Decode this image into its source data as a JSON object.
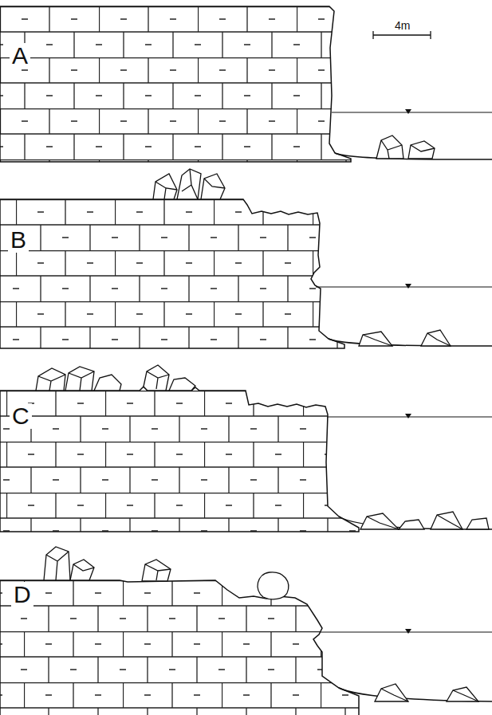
{
  "diagram": {
    "labels": [
      "4m",
      "A",
      "B",
      "C",
      "D"
    ]
  }
}
